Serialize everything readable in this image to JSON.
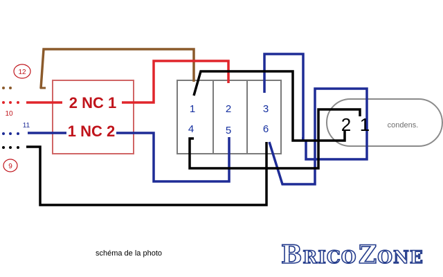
{
  "colors": {
    "brown": "#8B5A2B",
    "red": "#E0252B",
    "blue": "#1E2C96",
    "black": "#000000",
    "relay_box": "#D06565",
    "label_red": "#C0141B",
    "terminal_blue": "#1530A0",
    "block_gray": "#7A7A7A",
    "logo_blue": "#243C8C"
  },
  "wire_labels": {
    "w12": "12",
    "w10": "10",
    "w11": "11",
    "w9": "9"
  },
  "relay": {
    "line1": "2 NC 1",
    "line2": "1 NC 2"
  },
  "terminals": {
    "t1": "1",
    "t2": "2",
    "t3": "3",
    "t4": "4",
    "t5": "5",
    "t6": "6"
  },
  "capacitor": {
    "pin2": "2",
    "pin1": "1",
    "label": "condens."
  },
  "caption": "schéma de la photo",
  "logo": {
    "part1": "Brico",
    "part2": "Zone"
  }
}
